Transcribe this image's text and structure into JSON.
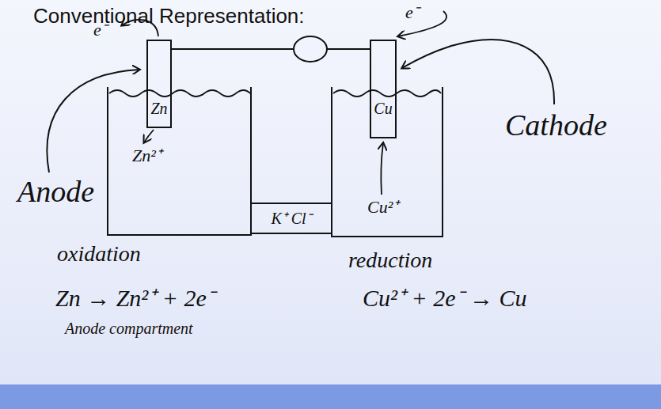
{
  "diagram": {
    "title": "Conventional Representation:",
    "nodes": [
      {
        "text": [
          "Zn"
        ]
      },
      {
        "text": [
          "Cu"
        ]
      },
      {
        "text": [
          "Zn²⁺"
        ]
      },
      {
        "text": [
          "K⁺ Cl⁻"
        ]
      },
      {
        "text": [
          "Cu²⁺"
        ]
      }
    ],
    "edges": [
      {
        "from": 0,
        "to": 1,
        "arrow": "none"
      }
    ],
    "labels": [
      "e⁻",
      "e⁻",
      "Anode",
      "Cathode",
      "oxidation",
      "reduction",
      "Zn → Zn²⁺ + 2e⁻",
      "Anode compartment",
      "Cu²⁺ + 2e⁻ → Cu"
    ]
  }
}
